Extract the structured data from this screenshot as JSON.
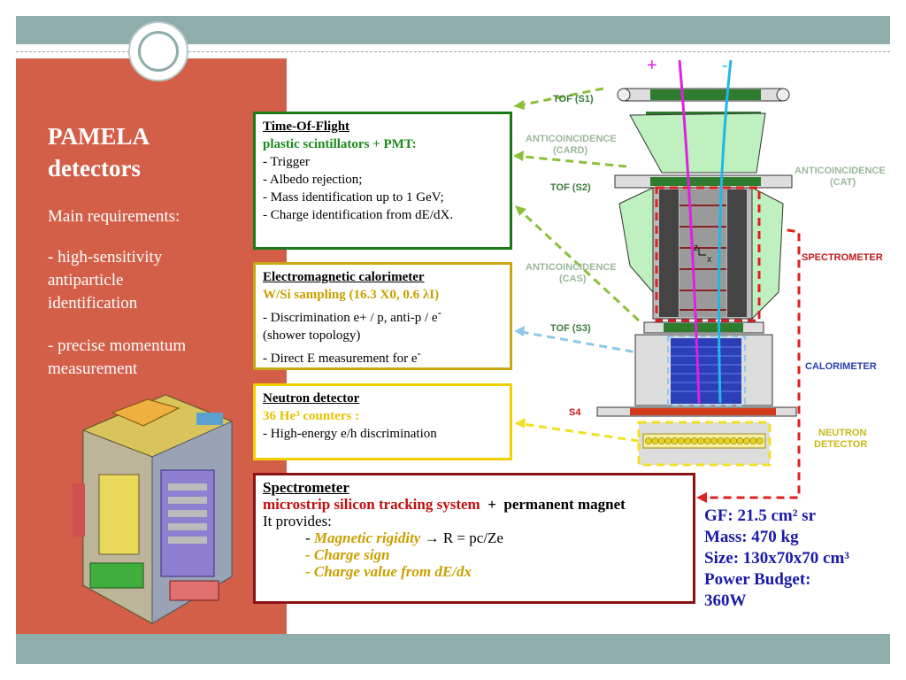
{
  "sidebar": {
    "title_line1": "PAMELA",
    "title_line2": "detectors",
    "main_req": "Main requirements:",
    "req1_line1": "- high-sensitivity",
    "req1_line2": "antiparticle",
    "req1_line3": "identification",
    "req2_line1": "- precise momentum",
    "req2_line2": "measurement"
  },
  "tof": {
    "title": "Time-Of-Flight",
    "subtitle": "plastic scintillators + PMT:",
    "items": [
      "- Trigger",
      "- Albedo rejection;",
      "- Mass identification up to 1 GeV;",
      "- Charge identification from dE/dX."
    ],
    "color": "#1a7a1a"
  },
  "calorimeter": {
    "title": "Electromagnetic calorimeter",
    "subtitle": "W/Si sampling (16.3 X0, 0.6 λI)",
    "item1": "- Discrimination e+ / p,  anti-p / e",
    "item1_sup": "-",
    "item2": " (shower topology)",
    "item3": "- Direct E measurement for e",
    "item3_sup": "-",
    "color": "#c9a818"
  },
  "neutron": {
    "title": "Neutron detector",
    "subtitle": "36 He³ counters :",
    "item1": "- High-energy e/h discrimination",
    "color": "#f0d000"
  },
  "spectrometer": {
    "title": "Spectrometer",
    "subtitle_red": "microstrip silicon tracking system",
    "subtitle_plus": "  +  ",
    "subtitle_rest": "permanent magnet",
    "provides": "It provides:",
    "item1_prefix": "- ",
    "item1_em": "Magnetic rigidity",
    "item1_arrow": " → ",
    "item1_eq": "R = pc/Ze",
    "item2": "- Charge sign",
    "item3": "- Charge value from dE/dx",
    "color": "#8a1212"
  },
  "specs": {
    "gf": "GF: 21.5 cm² sr",
    "mass": "Mass: 470 kg",
    "size": "Size: 130x70x70 cm³",
    "power1": "Power Budget:",
    "power2": "360W"
  },
  "diagram": {
    "plus": "+",
    "minus": "-",
    "tof_s1": "TOF (S1)",
    "card_1": "ANTICOINCIDENCE",
    "card_2": "(CARD)",
    "cat_1": "ANTICOINCIDENCE",
    "cat_2": "(CAT)",
    "tof_s2": "TOF (S2)",
    "spectrometer": "SPECTROMETER",
    "cas_1": "ANTICOINCIDENCE",
    "cas_2": "(CAS)",
    "tof_s3": "TOF (S3)",
    "calorimeter": "CALORIMETER",
    "s4": "S4",
    "neutron_1": "NEUTRON",
    "neutron_2": "DETECTOR",
    "axis_z": "Z",
    "axis_x": "X"
  }
}
